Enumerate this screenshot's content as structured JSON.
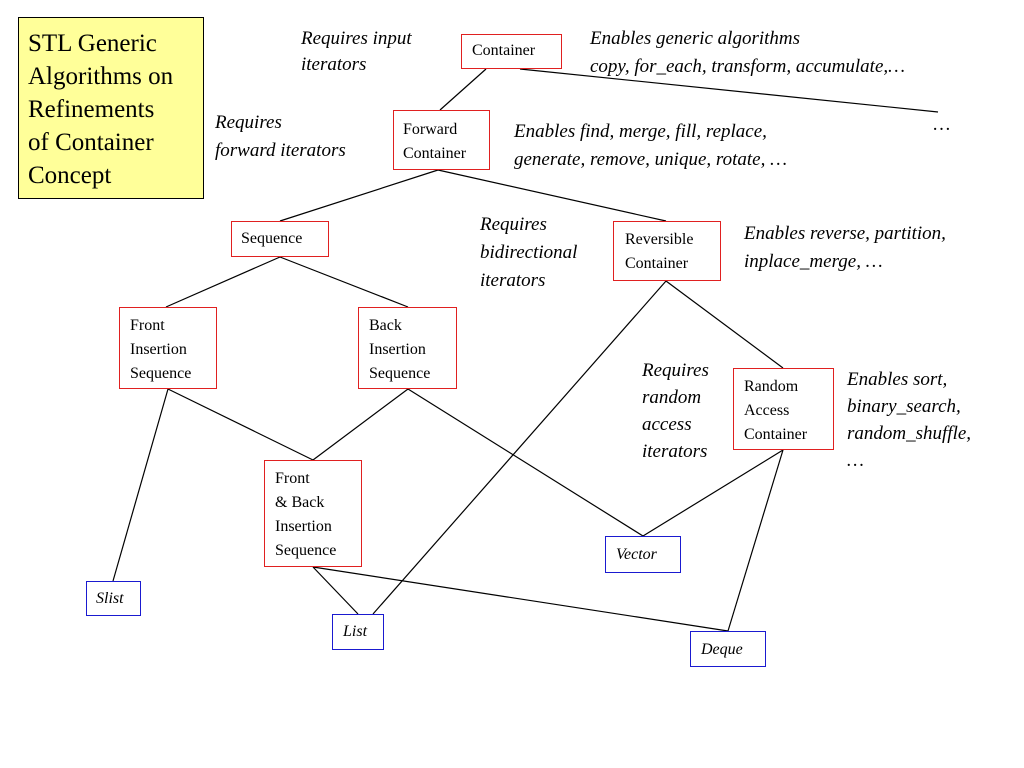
{
  "title": [
    "STL Generic",
    "Algorithms on",
    "Refinements",
    "of Container",
    "Concept"
  ],
  "nodes": {
    "container": [
      "Container"
    ],
    "forward_container": [
      "Forward",
      "Container"
    ],
    "sequence": [
      "Sequence"
    ],
    "reversible_container": [
      "Reversible",
      "Container"
    ],
    "front_insertion_sequence": [
      "Front",
      "Insertion",
      "Sequence"
    ],
    "back_insertion_sequence": [
      "Back",
      "Insertion",
      "Sequence"
    ],
    "random_access_container": [
      "Random",
      "Access",
      "Container"
    ],
    "front_back_insertion_sequence": [
      "Front",
      "& Back",
      "Insertion",
      "Sequence"
    ],
    "slist": [
      "Slist"
    ],
    "list": [
      "List"
    ],
    "vector": [
      "Vector"
    ],
    "deque": [
      "Deque"
    ]
  },
  "annotations": {
    "requires_input": [
      "Requires input",
      "iterators"
    ],
    "enables_generic": [
      "Enables generic algorithms",
      "copy, for_each, transform, accumulate,…"
    ],
    "ellipsis": [
      "…"
    ],
    "requires_forward": [
      "Requires",
      "forward  iterators"
    ],
    "enables_find": [
      "Enables find, merge, fill, replace,",
      "generate, remove, unique, rotate, …"
    ],
    "requires_bidirectional": [
      "Requires",
      "bidirectional",
      "iterators"
    ],
    "enables_reverse": [
      "Enables reverse, partition,",
      "inplace_merge, …"
    ],
    "requires_random": [
      "Requires",
      "random",
      "access",
      "iterators"
    ],
    "enables_sort": [
      "Enables sort,",
      "binary_search,",
      "random_shuffle,",
      "…"
    ]
  },
  "colors": {
    "title_fill": "#ffff99",
    "concept_border": "#e02020",
    "model_border": "#1a1ad0",
    "edge": "#000000"
  }
}
